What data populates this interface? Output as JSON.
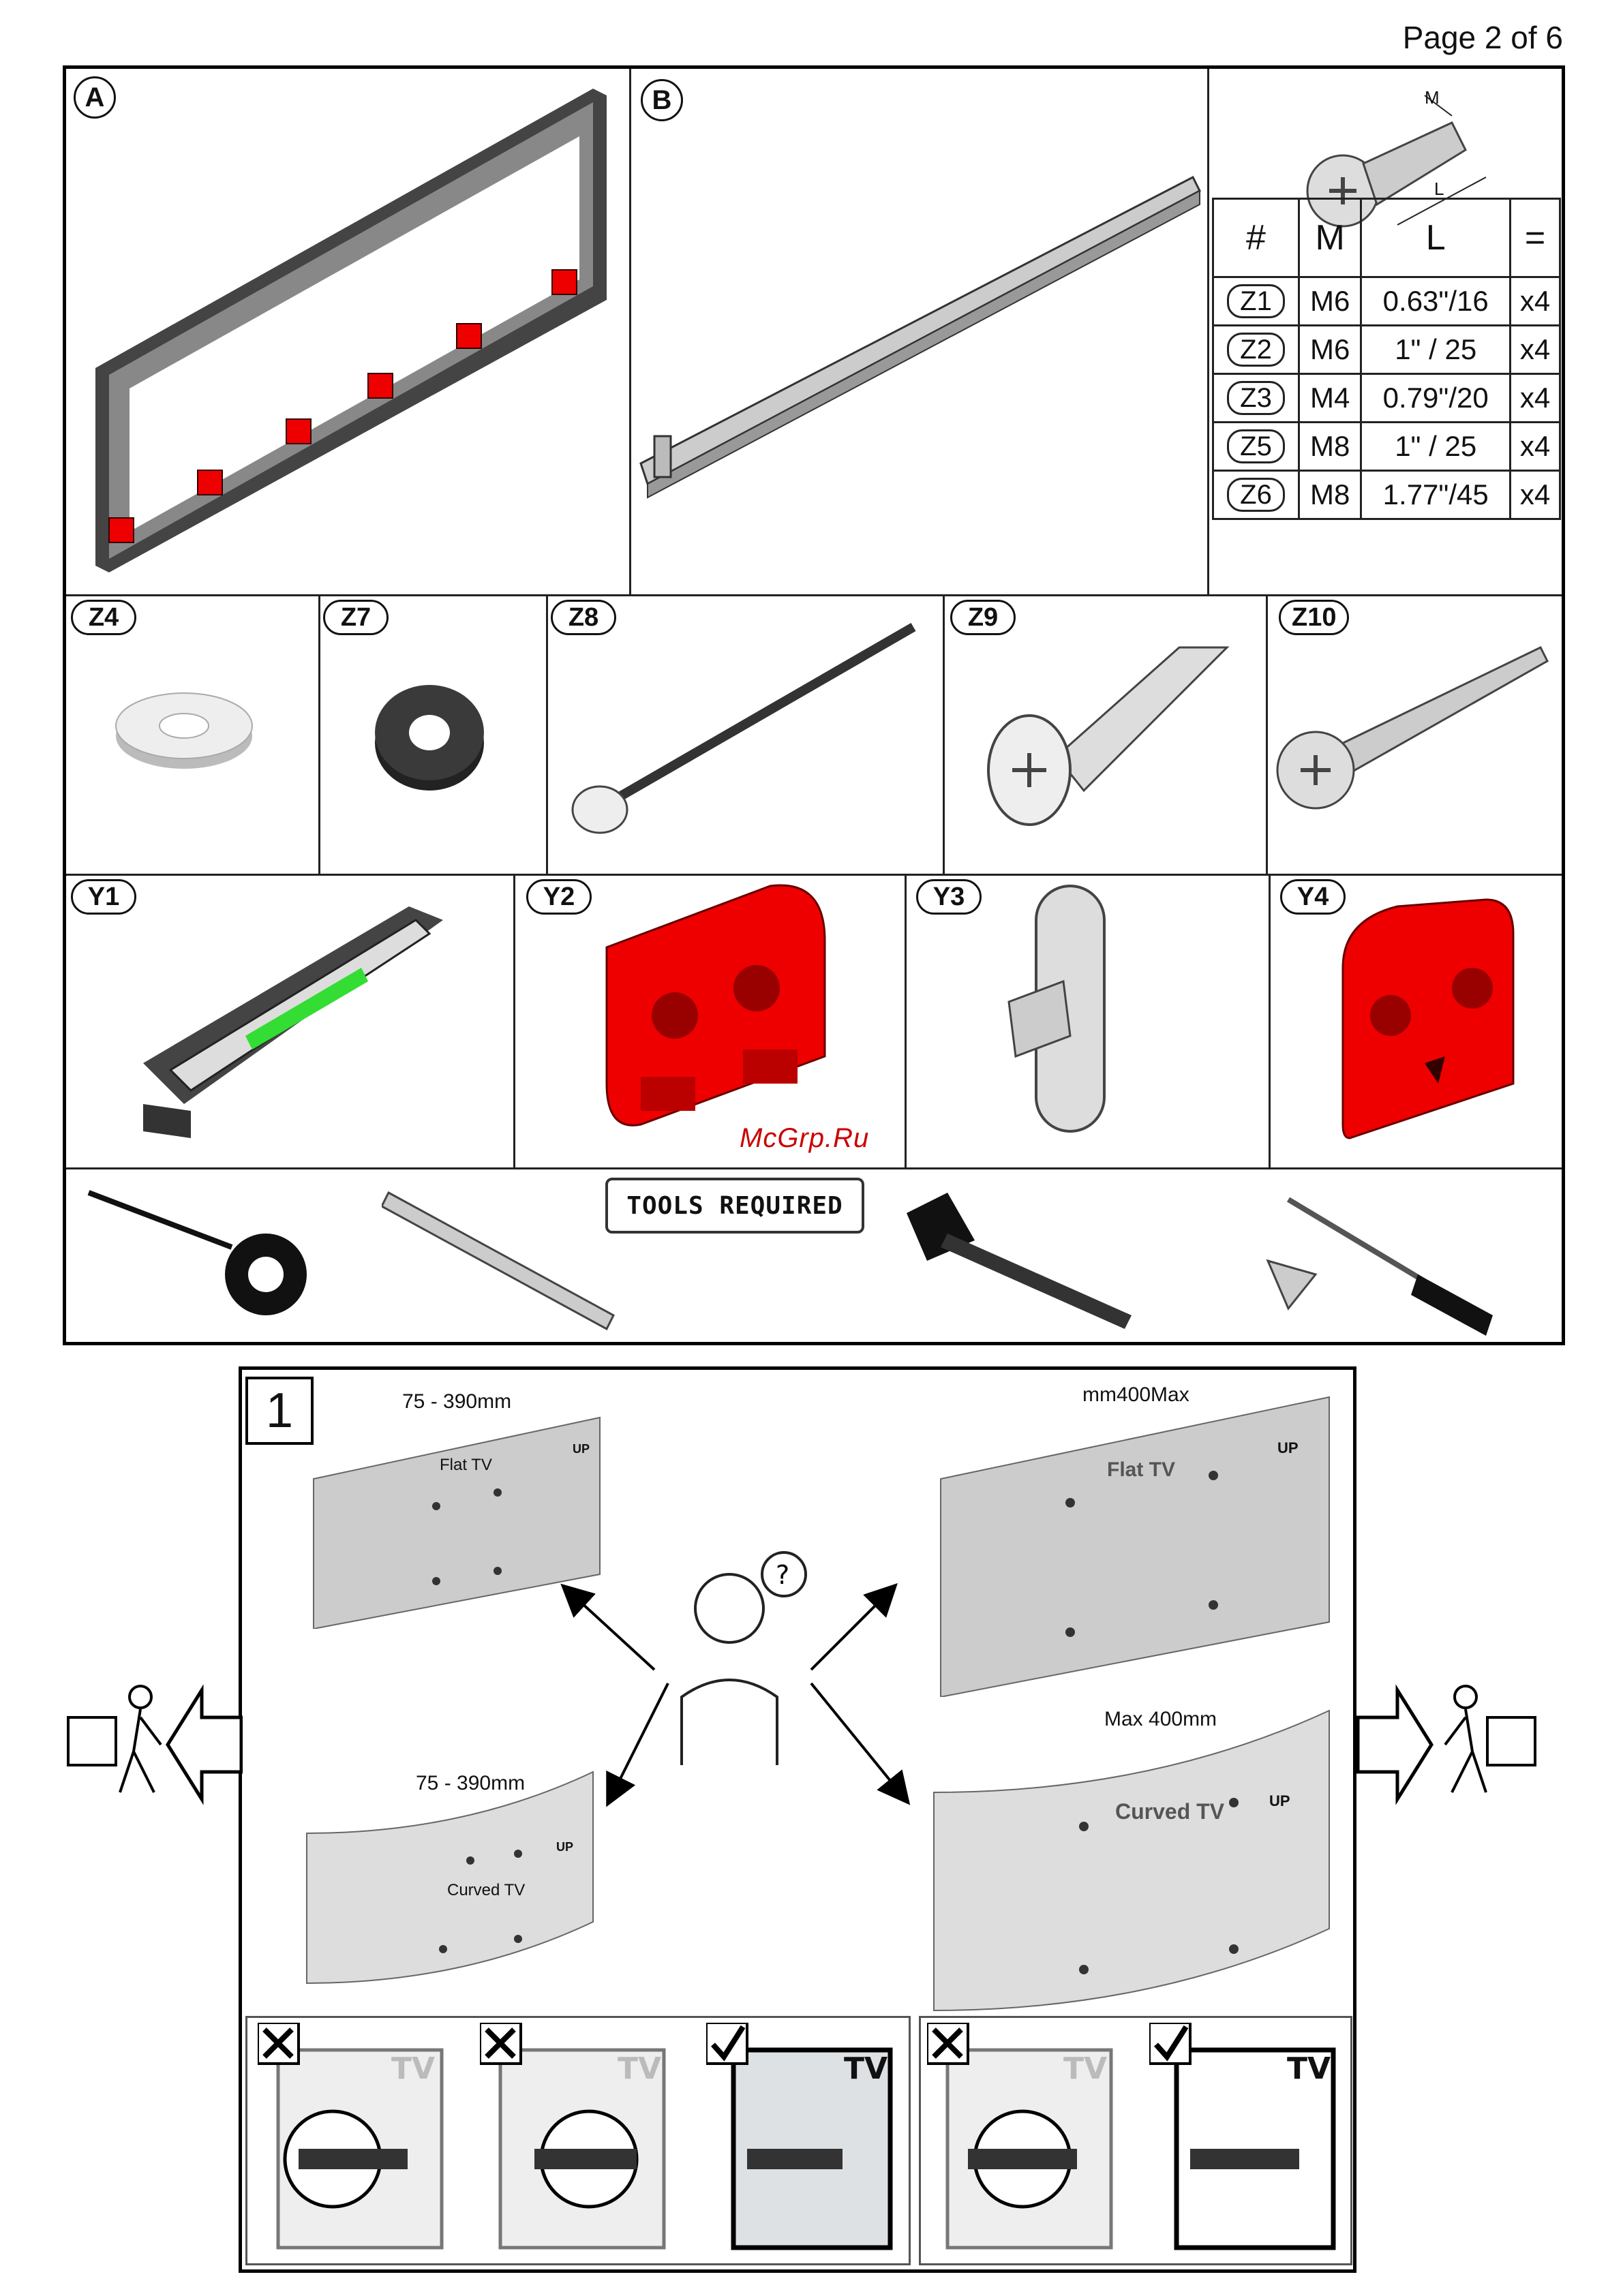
{
  "page_label": "Page 2 of 6",
  "parts": {
    "A": "A",
    "B": "B",
    "Z4": "Z4",
    "Z7": "Z7",
    "Z8": "Z8",
    "Z9": "Z9",
    "Z10": "Z10",
    "Y1": "Y1",
    "Y2": "Y2",
    "Y3": "Y3",
    "Y4": "Y4"
  },
  "screw_diagram": {
    "m_label": "M",
    "l_label": "L"
  },
  "spec_table": {
    "headers": [
      "#",
      "M",
      "L",
      "="
    ],
    "rows": [
      {
        "id": "Z1",
        "m": "M6",
        "l": "0.63\"/16",
        "qty": "x4"
      },
      {
        "id": "Z2",
        "m": "M6",
        "l": "1\" / 25",
        "qty": "x4"
      },
      {
        "id": "Z3",
        "m": "M4",
        "l": "0.79\"/20",
        "qty": "x4"
      },
      {
        "id": "Z5",
        "m": "M8",
        "l": "1\" / 25",
        "qty": "x4"
      },
      {
        "id": "Z6",
        "m": "M8",
        "l": "1.77\"/45",
        "qty": "x4"
      }
    ]
  },
  "tools_required": "TOOLS REQUIRED",
  "watermark": "McGrp.Ru",
  "step": {
    "number": "1",
    "flat_small": {
      "range": "75 - 390mm",
      "label": "Flat TV",
      "up": "UP"
    },
    "flat_large": {
      "range": "mm400Max",
      "label": "Flat TV",
      "up": "UP"
    },
    "curved_small": {
      "range": "75 - 390mm",
      "label": "Curved TV",
      "up": "UP"
    },
    "curved_large": {
      "range": "Max 400mm",
      "label": "Curved TV",
      "up": "UP"
    },
    "tv_label": "TV"
  }
}
